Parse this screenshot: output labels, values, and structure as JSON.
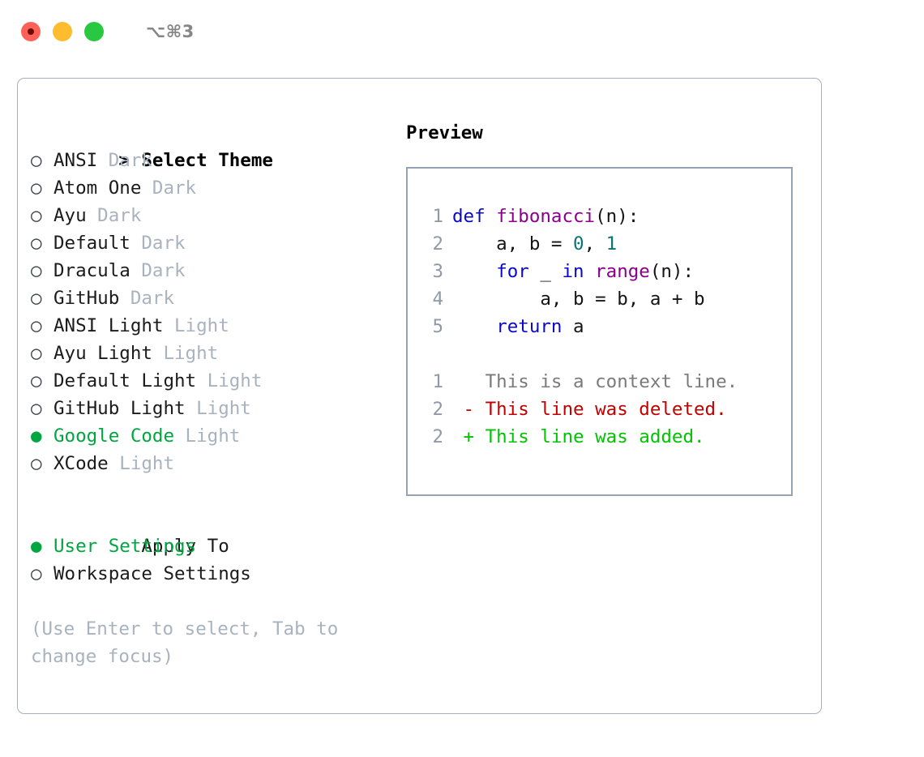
{
  "titlebar": {
    "buttons": [
      {
        "name": "close",
        "color": "#ff6159"
      },
      {
        "name": "minimize",
        "color": "#febc2e"
      },
      {
        "name": "zoom",
        "color": "#28c840"
      }
    ],
    "shortcut": "⌥⌘3"
  },
  "theme_picker": {
    "heading_marker": ">",
    "heading": "Select Theme",
    "items": [
      {
        "marker": "○",
        "name": "ANSI",
        "tag": "Dark",
        "selected": false
      },
      {
        "marker": "○",
        "name": "Atom One",
        "tag": "Dark",
        "selected": false
      },
      {
        "marker": "○",
        "name": "Ayu",
        "tag": "Dark",
        "selected": false
      },
      {
        "marker": "○",
        "name": "Default",
        "tag": "Dark",
        "selected": false
      },
      {
        "marker": "○",
        "name": "Dracula",
        "tag": "Dark",
        "selected": false
      },
      {
        "marker": "○",
        "name": "GitHub",
        "tag": "Dark",
        "selected": false
      },
      {
        "marker": "○",
        "name": "ANSI Light",
        "tag": "Light",
        "selected": false
      },
      {
        "marker": "○",
        "name": "Ayu Light",
        "tag": "Light",
        "selected": false
      },
      {
        "marker": "○",
        "name": "Default Light",
        "tag": "Light",
        "selected": false
      },
      {
        "marker": "○",
        "name": "GitHub Light",
        "tag": "Light",
        "selected": false
      },
      {
        "marker": "●",
        "name": "Google Code",
        "tag": "Light",
        "selected": true
      },
      {
        "marker": "○",
        "name": "XCode",
        "tag": "Light",
        "selected": false
      }
    ]
  },
  "apply_to": {
    "heading": "Apply To",
    "items": [
      {
        "marker": "●",
        "name": "User Settings",
        "selected": true
      },
      {
        "marker": "○",
        "name": "Workspace Settings",
        "selected": false
      }
    ]
  },
  "hint": "(Use Enter to select, Tab to change focus)",
  "preview": {
    "title": "Preview",
    "code": [
      {
        "ln": "1",
        "tokens": [
          {
            "t": "def ",
            "c": "kw"
          },
          {
            "t": "fibonacci",
            "c": "fn"
          },
          {
            "t": "(n):",
            "c": "pl"
          }
        ]
      },
      {
        "ln": "2",
        "tokens": [
          {
            "t": "    a, b = ",
            "c": "pl"
          },
          {
            "t": "0",
            "c": "num"
          },
          {
            "t": ", ",
            "c": "pl"
          },
          {
            "t": "1",
            "c": "num"
          }
        ]
      },
      {
        "ln": "3",
        "tokens": [
          {
            "t": "    ",
            "c": "pl"
          },
          {
            "t": "for",
            "c": "kw"
          },
          {
            "t": " _ ",
            "c": "pl"
          },
          {
            "t": "in",
            "c": "kw"
          },
          {
            "t": " ",
            "c": "pl"
          },
          {
            "t": "range",
            "c": "fn"
          },
          {
            "t": "(n):",
            "c": "pl"
          }
        ]
      },
      {
        "ln": "4",
        "tokens": [
          {
            "t": "        a, b = b, a + b",
            "c": "pl"
          }
        ]
      },
      {
        "ln": "5",
        "tokens": [
          {
            "t": "    ",
            "c": "pl"
          },
          {
            "t": "return",
            "c": "kw"
          },
          {
            "t": " a",
            "c": "pl"
          }
        ]
      }
    ],
    "diff": [
      {
        "ln": "1",
        "sign": " ",
        "text": "This is a context line.",
        "kind": "ctx"
      },
      {
        "ln": "2",
        "sign": "-",
        "text": "This line was deleted.",
        "kind": "del"
      },
      {
        "ln": "2",
        "sign": "+",
        "text": "This line was added.",
        "kind": "add"
      }
    ]
  },
  "colors": {
    "accent_green": "#00a63f",
    "muted": "#a9b2bf",
    "border": "#a7b0bd",
    "code_border": "#97a3b4",
    "keyword": "#0a0ac4",
    "function": "#8b008b",
    "number": "#0b7373",
    "deleted": "#c10000",
    "added": "#00c400"
  }
}
